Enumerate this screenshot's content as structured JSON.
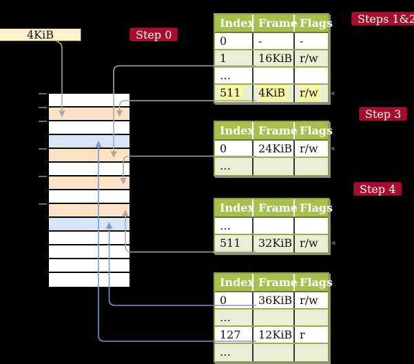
{
  "colors": {
    "background": "#000000",
    "frame_box_bg": "#fdf0cd",
    "badge_bg": "#a50e2d",
    "header_bg": "#a5c14c",
    "row_alt_bg": "#e9efd6",
    "highlight_bg": "#fbf6a2",
    "ram_peach": "#fde3c6",
    "ram_blue": "#d8e5f6",
    "arrow_gray": "#a9a9a9",
    "arrow_blue": "#7d99ca"
  },
  "frame_box": {
    "label": "4KiB"
  },
  "badges": {
    "step0": "Step 0",
    "steps12": "Steps 1&2",
    "step3": "Step 3",
    "step4": "Step 4"
  },
  "memory": {
    "rows": [
      "white",
      "peach",
      "white",
      "blue",
      "peach",
      "white",
      "peach",
      "white",
      "peach",
      "blue",
      "white",
      "white",
      "white",
      "white"
    ]
  },
  "tables": [
    {
      "headers": [
        "Index",
        "Frame",
        "Flags"
      ],
      "rows": [
        {
          "cells": [
            "0",
            "-",
            "-"
          ]
        },
        {
          "cells": [
            "1",
            "16KiB",
            "r/w"
          ]
        },
        {
          "cells": [
            "…",
            "",
            ""
          ]
        },
        {
          "cells": [
            "511",
            "4KiB",
            "r/w"
          ],
          "highlight": true
        }
      ]
    },
    {
      "headers": [
        "Index",
        "Frame",
        "Flags"
      ],
      "rows": [
        {
          "cells": [
            "0",
            "24KiB",
            "r/w"
          ]
        },
        {
          "cells": [
            "…",
            "",
            ""
          ]
        }
      ]
    },
    {
      "headers": [
        "Index",
        "Frame",
        "Flags"
      ],
      "rows": [
        {
          "cells": [
            "…",
            "",
            ""
          ]
        },
        {
          "cells": [
            "511",
            "32KiB",
            "r/w"
          ]
        }
      ]
    },
    {
      "headers": [
        "Index",
        "Frame",
        "Flags"
      ],
      "rows": [
        {
          "cells": [
            "0",
            "36KiB",
            "r/w"
          ]
        },
        {
          "cells": [
            "…",
            "",
            ""
          ]
        },
        {
          "cells": [
            "127",
            "12KiB",
            "r"
          ]
        },
        {
          "cells": [
            "…",
            "",
            ""
          ]
        }
      ]
    }
  ]
}
